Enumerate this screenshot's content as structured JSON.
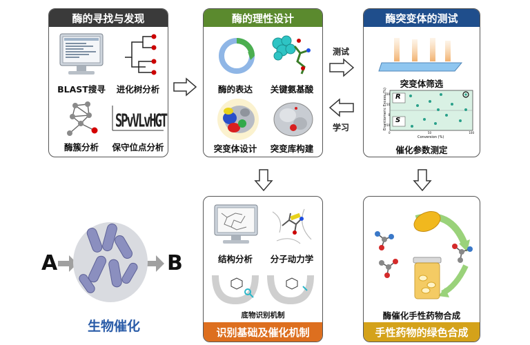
{
  "panel1": {
    "title": "酶的寻找与发现",
    "items": [
      "BLAST搜寻",
      "进化树分析",
      "酶簇分析",
      "保守位点分析"
    ],
    "logo_text": "SPvVLvHGT"
  },
  "panel2": {
    "title": "酶的理性设计",
    "items": [
      "酶的表达",
      "关键氨基酸",
      "突变体设计",
      "突变库构建"
    ]
  },
  "panel3": {
    "title": "酶突变体的测试",
    "items": [
      "突变体筛选",
      "催化参数测定"
    ],
    "plot": {
      "r_label": "R",
      "s_label": "S",
      "xlabel": "Conversion (%)",
      "ylabel": "Enantiomeric Excess (%)",
      "y_ticks": [
        "100",
        "50",
        "0",
        "-50",
        "-100"
      ],
      "x_ticks": [
        "0",
        "50",
        "100"
      ]
    }
  },
  "panel4": {
    "items": [
      "结构分析",
      "分子动力学",
      "底物识别机制"
    ],
    "footer": "识别基础及催化机制"
  },
  "panel5": {
    "item": "酶催化手性药物合成",
    "footer": "手性药物的绿色合成"
  },
  "between": {
    "test": "测试",
    "learn": "学习"
  },
  "bio": {
    "a": "A",
    "b": "B",
    "caption": "生物催化"
  },
  "colors": {
    "dark_header": "#3a3a3a",
    "green_header": "#5b8a2e",
    "blue_header": "#1f4e8c",
    "orange_footer": "#dd6f1f",
    "gold_footer": "#d4a21a",
    "caption_blue": "#2a5ca8"
  }
}
